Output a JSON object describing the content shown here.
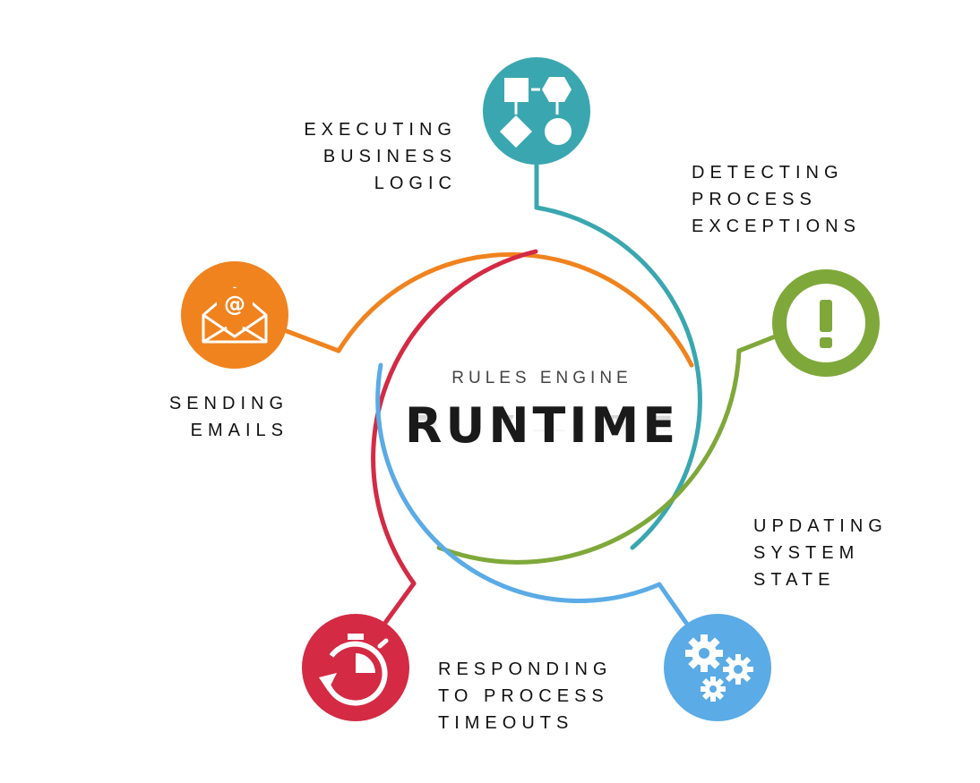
{
  "center": {
    "subtitle": "RULES ENGINE",
    "title": "RUNTIME"
  },
  "nodes": [
    {
      "id": "business-logic",
      "label_lines": [
        "EXECUTING",
        "BUSINESS",
        "LOGIC"
      ],
      "icon": "flowchart-icon",
      "color": "#3aa7b0"
    },
    {
      "id": "process-exceptions",
      "label_lines": [
        "DETECTING",
        "PROCESS",
        "EXCEPTIONS"
      ],
      "icon": "exclamation-icon",
      "color": "#7fa83a"
    },
    {
      "id": "system-state",
      "label_lines": [
        "UPDATING",
        "SYSTEM",
        "STATE"
      ],
      "icon": "gears-icon",
      "color": "#5aabe6"
    },
    {
      "id": "process-timeouts",
      "label_lines": [
        "RESPONDING",
        "TO PROCESS",
        "TIMEOUTS"
      ],
      "icon": "stopwatch-icon",
      "color": "#d42a44"
    },
    {
      "id": "sending-emails",
      "label_lines": [
        "SENDING",
        "EMAILS"
      ],
      "icon": "envelope-icon",
      "color": "#f0831e"
    }
  ]
}
